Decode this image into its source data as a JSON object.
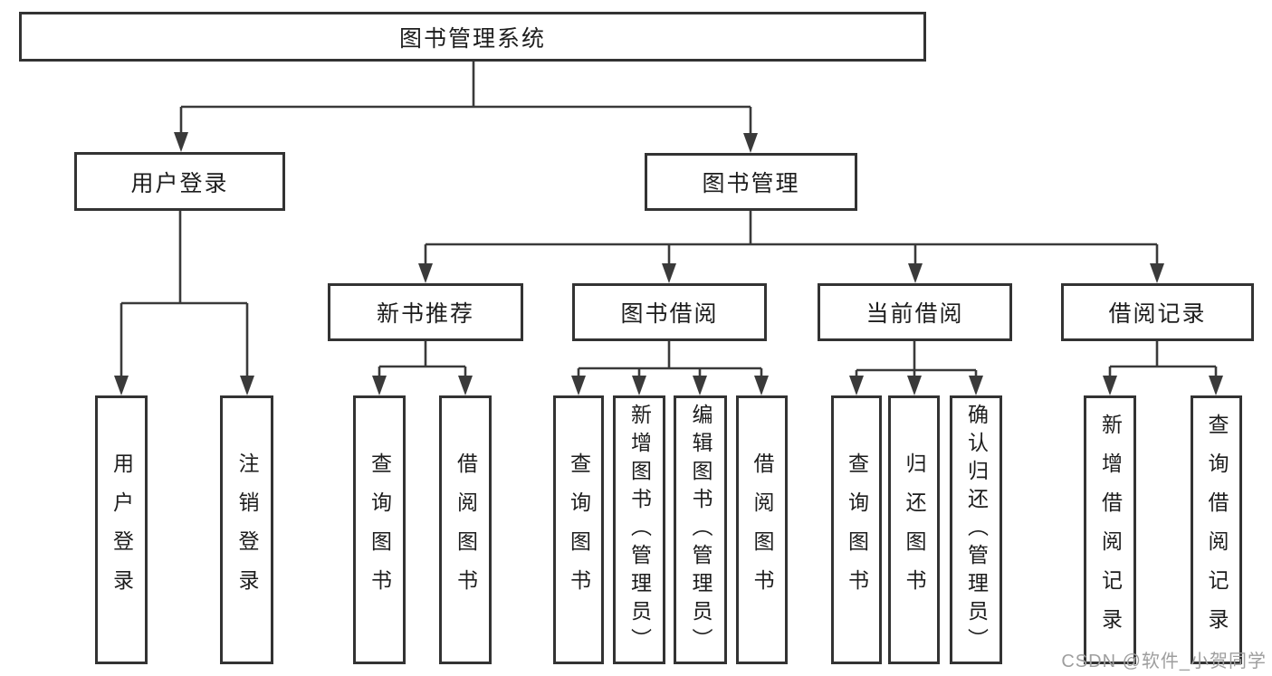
{
  "tree": {
    "root": "图书管理系统",
    "branches": [
      {
        "label": "用户登录",
        "children": [
          "用户登录",
          "注销登录"
        ]
      },
      {
        "label": "图书管理",
        "groups": [
          {
            "label": "新书推荐",
            "children": [
              "查询图书",
              "借阅图书"
            ]
          },
          {
            "label": "图书借阅",
            "children": [
              "查询图书",
              "新增图书（管理员）",
              "编辑图书（管理员）",
              "借阅图书"
            ]
          },
          {
            "label": "当前借阅",
            "children": [
              "查询图书",
              "归还图书",
              "确认归还（管理员）"
            ]
          },
          {
            "label": "借阅记录",
            "children": [
              "新增借阅记录",
              "查询借阅记录"
            ]
          }
        ]
      }
    ]
  },
  "watermark": "CSDN @软件_小贺同学",
  "colors": {
    "line": "#3a3a3a",
    "box_border": "#333333",
    "box_fill": "#ffffff",
    "text": "#1d1d1d",
    "watermark_text": "#9e9e9e"
  }
}
